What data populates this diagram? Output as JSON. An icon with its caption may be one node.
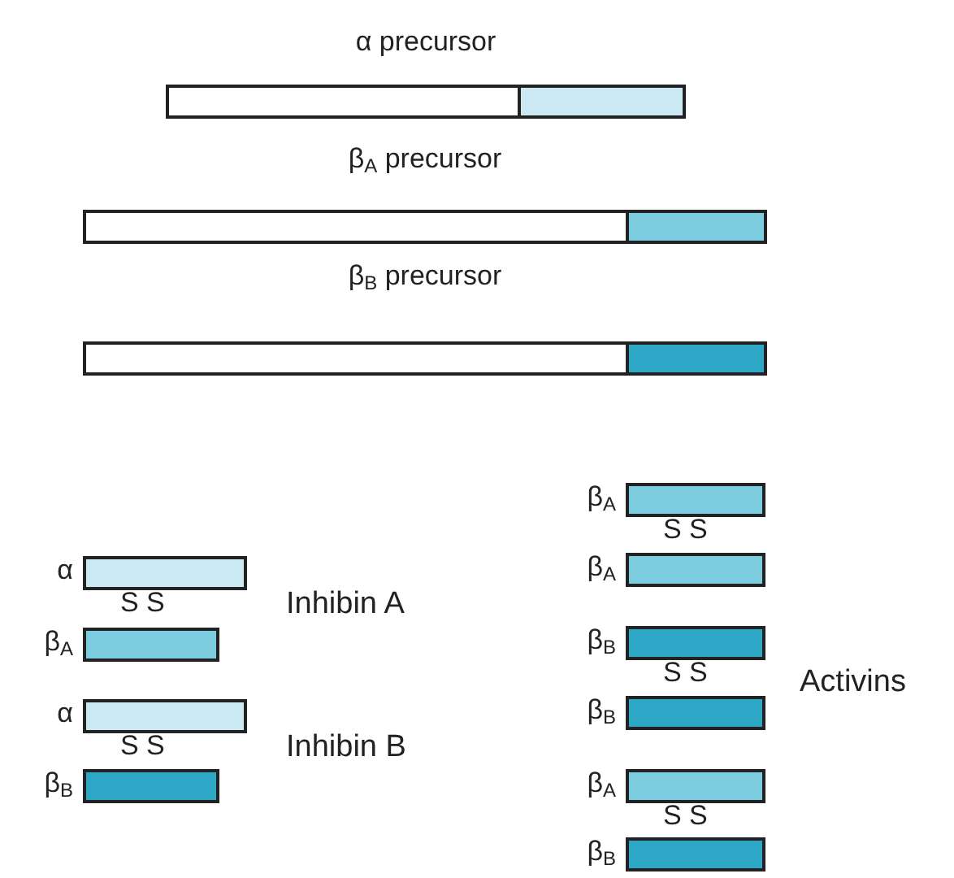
{
  "diagram": {
    "nodes": [
      {
        "text": [
          "α precursor"
        ]
      },
      {
        "text": [
          "β$_{A}$ precursor"
        ]
      },
      {
        "text": [
          "β$_{B}$ precursor"
        ]
      },
      {
        "text": [],
        "shape": "bar",
        "beside": [
          "α"
        ]
      },
      {
        "text": [],
        "shape": "bar",
        "beside": [
          "β$_{A}$"
        ]
      },
      {
        "text": [],
        "shape": "bar",
        "beside": [
          "α"
        ]
      },
      {
        "text": [],
        "shape": "bar",
        "beside": [
          "β$_{B}$"
        ]
      },
      {
        "text": [],
        "shape": "bar",
        "beside": [
          "β$_{A}$"
        ]
      },
      {
        "text": [],
        "shape": "bar",
        "beside": [
          "β$_{A}$"
        ]
      },
      {
        "text": [],
        "shape": "bar",
        "beside": [
          "β$_{B}$"
        ]
      },
      {
        "text": [],
        "shape": "bar",
        "beside": [
          "β$_{B}$"
        ]
      },
      {
        "text": [],
        "shape": "bar",
        "beside": [
          "β$_{A}$"
        ]
      },
      {
        "text": [],
        "shape": "bar",
        "beside": [
          "β$_{B}$"
        ]
      }
    ],
    "labels": [
      "S S",
      "Inhibin A",
      "S S",
      "Inhibin B",
      "S S",
      "S S",
      "Activins",
      "S S"
    ]
  }
}
